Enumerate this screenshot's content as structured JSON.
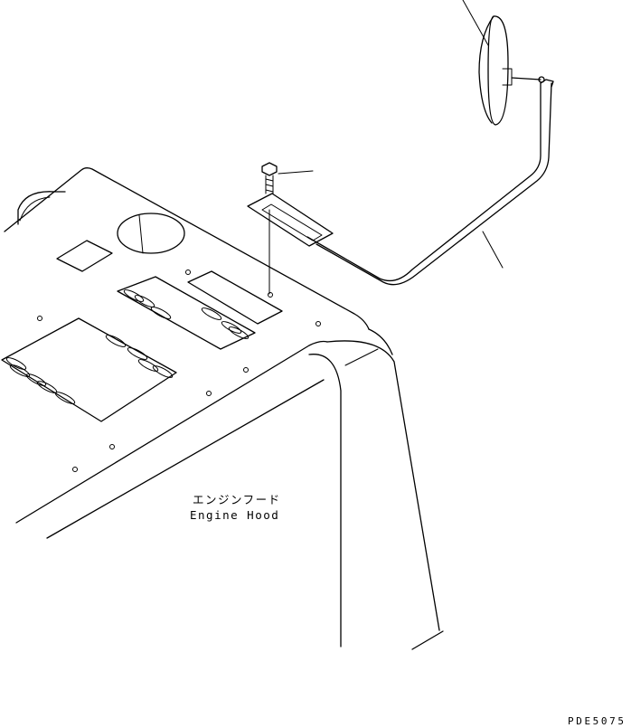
{
  "engine_hood": {
    "label_jp": "エンジンフード",
    "label_en": "Engine Hood"
  },
  "drawing_code": "PDE5075"
}
